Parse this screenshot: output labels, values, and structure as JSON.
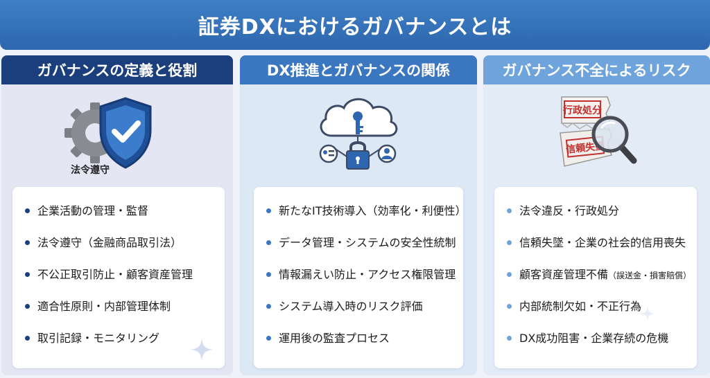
{
  "title": "証券DXにおけるガバナンスとは",
  "columns": [
    {
      "header": "ガバナンスの定義と役割",
      "icon_caption": "法令遵守",
      "items": [
        "企業活動の管理・監督",
        "法令遵守（金融商品取引法）",
        "不公正取引防止・顧客資産管理",
        "適合性原則・内部管理体制",
        "取引記録・モニタリング"
      ]
    },
    {
      "header": "DX推進とガバナンスの関係",
      "items": [
        "新たなIT技術導入（効率化・利便性）",
        "データ管理・システムの安全性統制",
        "情報漏えい防止・アクセス権限管理",
        "システム導入時のリスク評価",
        "運用後の監査プロセス"
      ]
    },
    {
      "header": "ガバナンス不全によるリスク",
      "doc_labels": [
        "行政処分",
        "信頼失墜"
      ],
      "items": [
        "法令違反・行政処分",
        "信頼失墜・企業の社会的信用喪失",
        "顧客資産管理不備",
        "内部統制欠如・不正行為",
        "DX成功阻害・企業存続の危機"
      ],
      "item3_note": "（誤送金・損害賠償）"
    }
  ],
  "icons": {
    "col1": [
      "gear-icon",
      "shield-check-icon"
    ],
    "col2": [
      "cloud-key-lock-icon",
      "user-icon"
    ],
    "col3": [
      "torn-document-icon",
      "magnifier-icon"
    ]
  },
  "colors": {
    "title_bg": "#3a77c0",
    "col1_header": "#1b3f7d",
    "col2_header": "#3b76c0",
    "col3_header": "#6ea3dc"
  }
}
